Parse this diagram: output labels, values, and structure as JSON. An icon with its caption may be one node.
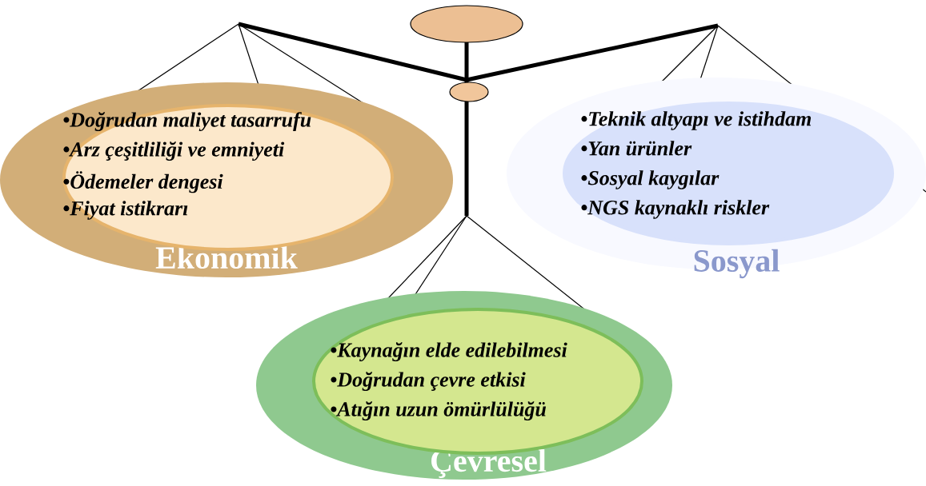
{
  "diagram": {
    "nodes": [
      {
        "text": [
          "Ekonomik"
        ]
      },
      {
        "text": [
          "•Doğrudan maliyet tasarrufu",
          "•Arz çeşitliliği ve emniyeti",
          "•Ödemeler dengesi",
          "•Fiyat istikrarı"
        ],
        "in": 0
      },
      {
        "text": [
          "Sosyal"
        ]
      },
      {
        "text": [
          "•Teknik altyapı ve istihdam",
          "•Yan ürünler",
          "•Sosyal kaygılar",
          "•NGS kaynaklı riskler"
        ],
        "in": 2
      },
      {
        "text": [
          "Çevresel"
        ]
      },
      {
        "text": [
          "•Kaynağın elde edilebilmesi",
          "•Doğrudan çevre etkisi",
          "•Atığın uzun ömürlülüğü"
        ],
        "in": 4
      }
    ]
  }
}
